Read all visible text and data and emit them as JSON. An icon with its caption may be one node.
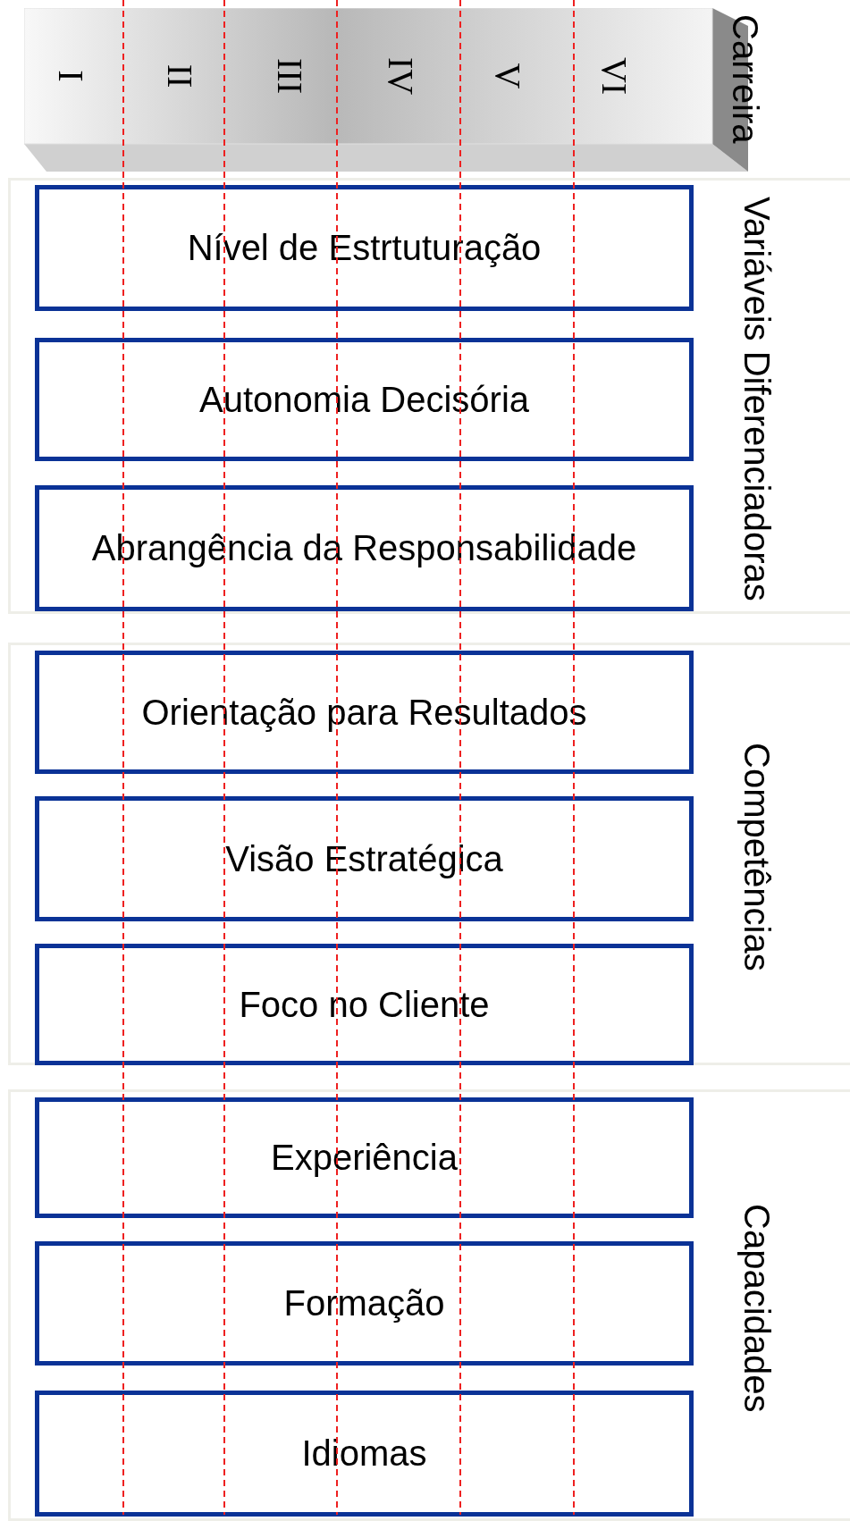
{
  "diagram": {
    "nodes": [
      {
        "text": [
          "I",
          "II",
          "III",
          "IV",
          "V",
          "VI"
        ],
        "beside": [
          "Carreira"
        ]
      },
      {
        "text": [
          "Variáveis Diferenciadoras"
        ]
      },
      {
        "text": [
          "Nível de Estrtuturação"
        ],
        "in": 1
      },
      {
        "text": [
          "Autonomia Decisória"
        ],
        "in": 1
      },
      {
        "text": [
          "Abrangência da Responsabilidade"
        ],
        "in": 1
      },
      {
        "text": [
          "Competências"
        ]
      },
      {
        "text": [
          "Orientação para Resultados"
        ],
        "in": 5
      },
      {
        "text": [
          "Visão Estratégica"
        ],
        "in": 5
      },
      {
        "text": [
          "Foco no Cliente"
        ],
        "in": 5
      },
      {
        "text": [
          "Capacidades"
        ]
      },
      {
        "text": [
          "Experiência"
        ],
        "in": 9
      },
      {
        "text": [
          "Formação"
        ],
        "in": 9
      },
      {
        "text": [
          "Idiomas"
        ],
        "in": 9
      }
    ]
  }
}
